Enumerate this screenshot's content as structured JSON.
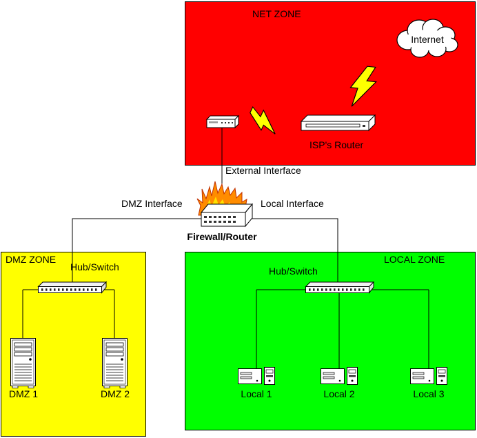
{
  "zones": {
    "net": {
      "label": "NET ZONE",
      "color": "#FF0000"
    },
    "dmz": {
      "label": "DMZ ZONE",
      "color": "#FFFF00"
    },
    "local": {
      "label": "LOCAL ZONE",
      "color": "#00FF00"
    }
  },
  "nodes": {
    "internet": {
      "label": "Internet"
    },
    "isp_router": {
      "label": "ISP's Router"
    },
    "firewall": {
      "label": "Firewall/Router"
    },
    "dmz_hub": {
      "label": "Hub/Switch"
    },
    "local_hub": {
      "label": "Hub/Switch"
    },
    "dmz1": {
      "label": "DMZ 1"
    },
    "dmz2": {
      "label": "DMZ 2"
    },
    "local1": {
      "label": "Local 1"
    },
    "local2": {
      "label": "Local 2"
    },
    "local3": {
      "label": "Local 3"
    }
  },
  "interfaces": {
    "external": {
      "label": "External Interface"
    },
    "dmz": {
      "label": "DMZ Interface"
    },
    "local": {
      "label": "Local Interface"
    }
  },
  "palette": {
    "lightning": "#FFFF00",
    "flame_outer": "#FF8C00",
    "flame_inner": "#FFE000",
    "line": "#000000"
  }
}
